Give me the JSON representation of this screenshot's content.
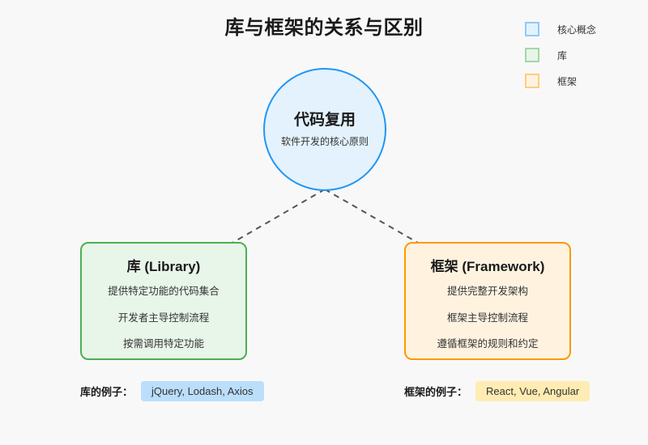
{
  "page": {
    "title": "库与框架的关系与区别",
    "background_color": "#f8f8f8"
  },
  "legend": {
    "items": [
      {
        "label": "核心概念",
        "fill": "#e3f2fd",
        "border": "#90caf9",
        "swatch_name": "legend-swatch-core-concept"
      },
      {
        "label": "库",
        "fill": "#e8f5e9",
        "border": "#a5d6a7",
        "swatch_name": "legend-swatch-library"
      },
      {
        "label": "框架",
        "fill": "#fff3e0",
        "border": "#ffcc80",
        "swatch_name": "legend-swatch-framework"
      }
    ]
  },
  "core_node": {
    "title": "代码复用",
    "subtitle": "软件开发的核心原则",
    "fill": "#e3f2fd",
    "border": "#2196f3"
  },
  "boxes": {
    "library": {
      "title": "库 (Library)",
      "fill": "#e8f5e9",
      "border": "#4caf50",
      "items": [
        "提供特定功能的代码集合",
        "开发者主导控制流程",
        "按需调用特定功能"
      ]
    },
    "framework": {
      "title": "框架 (Framework)",
      "fill": "#fff3e0",
      "border": "#ff9800",
      "items": [
        "提供完整开发架构",
        "框架主导控制流程",
        "遵循框架的规则和约定"
      ]
    }
  },
  "examples": {
    "library": {
      "label": "库的例子：",
      "value": "jQuery, Lodash, Axios",
      "pill_color": "#bbdefb"
    },
    "framework": {
      "label": "框架的例子：",
      "value": "React, Vue, Angular",
      "pill_color": "#ffecb3"
    }
  },
  "connectors": {
    "style": "dashed",
    "color": "#555555"
  }
}
